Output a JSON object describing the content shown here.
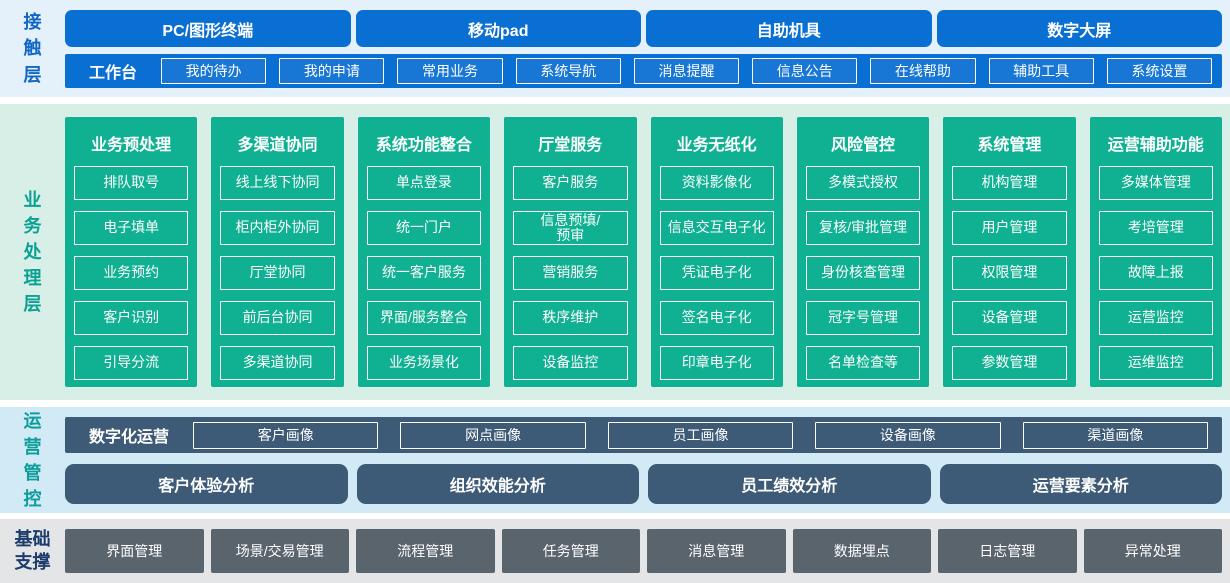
{
  "colors": {
    "accent_blue": "#0a6fd2",
    "accent_green": "#10b192",
    "accent_slate": "#3d5a76",
    "accent_gray": "#5a646d",
    "band1_bg": "#e4f1fb",
    "band2_bg": "#d8efe8",
    "band3_bg": "#d2e9f6",
    "band4_bg": "#e3e5e7"
  },
  "contact_layer": {
    "label": "接触层",
    "channels": [
      "PC/图形终端",
      "移动pad",
      "自助机具",
      "数字大屏"
    ],
    "workbench": {
      "label": "工作台",
      "items": [
        "我的待办",
        "我的申请",
        "常用业务",
        "系统导航",
        "消息提醒",
        "信息公告",
        "在线帮助",
        "辅助工具",
        "系统设置"
      ]
    }
  },
  "business_layer": {
    "label": "业务处理层",
    "columns": [
      {
        "title": "业务预处理",
        "items": [
          "排队取号",
          "电子填单",
          "业务预约",
          "客户识别",
          "引导分流"
        ]
      },
      {
        "title": "多渠道协同",
        "items": [
          "线上线下协同",
          "柜内柜外协同",
          "厅堂协同",
          "前后台协同",
          "多渠道协同"
        ]
      },
      {
        "title": "系统功能整合",
        "items": [
          "单点登录",
          "统一门户",
          "统一客户服务",
          "界面/服务整合",
          "业务场景化"
        ]
      },
      {
        "title": "厅堂服务",
        "items": [
          "客户服务",
          "信息预填/\n预审",
          "营销服务",
          "秩序维护",
          "设备监控"
        ]
      },
      {
        "title": "业务无纸化",
        "items": [
          "资料影像化",
          "信息交互电子化",
          "凭证电子化",
          "签名电子化",
          "印章电子化"
        ]
      },
      {
        "title": "风险管控",
        "items": [
          "多模式授权",
          "复核/审批管理",
          "身份核查管理",
          "冠字号管理",
          "名单检查等"
        ]
      },
      {
        "title": "系统管理",
        "items": [
          "机构管理",
          "用户管理",
          "权限管理",
          "设备管理",
          "参数管理"
        ]
      },
      {
        "title": "运营辅助功能",
        "items": [
          "多媒体管理",
          "考培管理",
          "故障上报",
          "运营监控",
          "运维监控"
        ]
      }
    ]
  },
  "operations_layer": {
    "label": "运营管控",
    "digital_ops": {
      "label": "数字化运营",
      "items": [
        "客户画像",
        "网点画像",
        "员工画像",
        "设备画像",
        "渠道画像"
      ]
    },
    "analysis": [
      "客户体验分析",
      "组织效能分析",
      "员工绩效分析",
      "运营要素分析"
    ]
  },
  "support_layer": {
    "label": "基础支撑",
    "items": [
      "界面管理",
      "场景/交易管理",
      "流程管理",
      "任务管理",
      "消息管理",
      "数据埋点",
      "日志管理",
      "异常处理"
    ]
  }
}
